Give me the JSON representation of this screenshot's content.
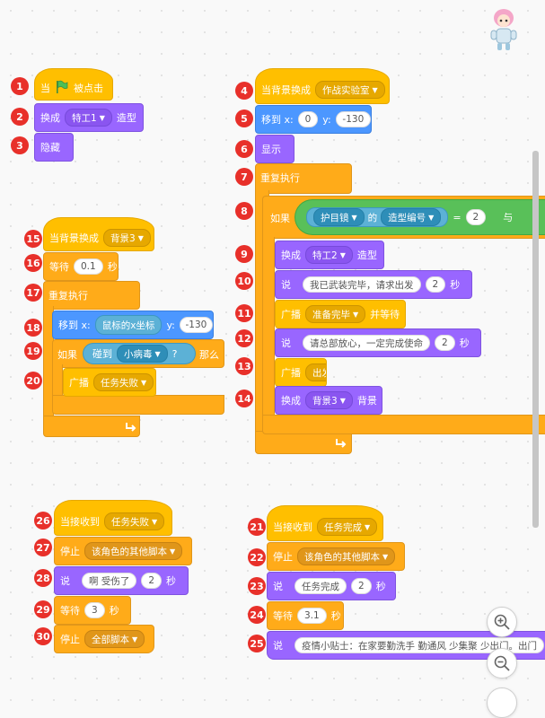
{
  "step_numbers": [
    "1",
    "2",
    "3",
    "4",
    "5",
    "6",
    "7",
    "8",
    "9",
    "10",
    "11",
    "12",
    "13",
    "14",
    "15",
    "16",
    "17",
    "18",
    "19",
    "20",
    "21",
    "22",
    "23",
    "24",
    "25",
    "26",
    "27",
    "28",
    "29",
    "30"
  ],
  "script1": {
    "when": "当",
    "flag_clicked": "被点击",
    "switch_costume": "换成",
    "costume": "特工1",
    "costume_suffix": "造型",
    "hide": "隐藏"
  },
  "script2": {
    "when_backdrop": "当背景换成",
    "backdrop": "作战实验室",
    "goto_x": "移到 x:",
    "x": "0",
    "y_label": "y:",
    "y": "-130",
    "show": "显示",
    "forever": "重复执行",
    "if": "如果",
    "sensing_prop": "护目镜",
    "of": "的",
    "attr": "造型编号",
    "eq": "=",
    "eq_value": "2",
    "and": "与",
    "switch_costume": "换成",
    "costume": "特工2",
    "costume_suffix": "造型",
    "say": "说",
    "say_text1": "我已武装完毕，请求出发",
    "say_secs1": "2",
    "secs": "秒",
    "broadcast_wait": "广播",
    "msg_ready": "准备完毕",
    "and_wait": "并等待",
    "say_text2": "请总部放心，一定完成使命",
    "say_secs2": "2",
    "broadcast": "广播",
    "msg_go": "出发",
    "switch_backdrop": "换成",
    "backdrop2": "背景3",
    "backdrop_suffix": "背景"
  },
  "script3": {
    "when_backdrop": "当背景换成",
    "backdrop": "背景3",
    "wait": "等待",
    "wait_secs": "0.1",
    "secs": "秒",
    "forever": "重复执行",
    "goto_x": "移到 x:",
    "x_reporter": "鼠标的x坐标",
    "y_label": "y:",
    "y": "-130",
    "if": "如果",
    "touching": "碰到",
    "target": "小病毒",
    "question": "?",
    "then": "那么",
    "broadcast": "广播",
    "msg_fail": "任务失败"
  },
  "script4": {
    "when_receive": "当接收到",
    "msg": "任务失败",
    "stop": "停止",
    "stop_other": "该角色的其他脚本",
    "say": "说",
    "say_text": "啊 受伤了",
    "say_secs": "2",
    "secs": "秒",
    "wait": "等待",
    "wait_secs": "3",
    "stop_all": "全部脚本"
  },
  "script5": {
    "when_receive": "当接收到",
    "msg": "任务完成",
    "stop": "停止",
    "stop_other": "该角色的其他脚本",
    "say": "说",
    "say_text1": "任务完成",
    "say_secs1": "2",
    "secs": "秒",
    "wait": "等待",
    "wait_secs": "3.1",
    "say_text2": "疫情小贴士：在家要勤洗手 勤通风 少集聚 少出门。出门"
  },
  "zoom_in": "+",
  "zoom_out": "−",
  "colors": {
    "events": "#FFBF00",
    "control": "#FFAB19",
    "looks": "#9966FF",
    "motion": "#4C97FF",
    "sensing": "#5CB1D6",
    "operators": "#59C059",
    "badge": "#E8302A"
  },
  "icons": [
    "green-flag-icon",
    "loop-arrow-icon",
    "dropdown-arrow-icon",
    "zoom-in-icon",
    "zoom-out-icon",
    "sprite-thumbnail"
  ]
}
